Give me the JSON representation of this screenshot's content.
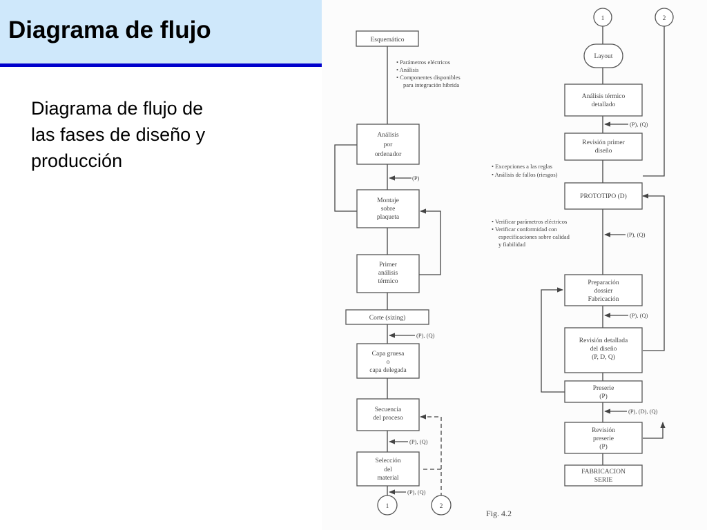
{
  "slide": {
    "title": "Diagrama de flujo",
    "body_lines": [
      "Diagrama de flujo de",
      "las fases de diseño y",
      "producción"
    ]
  },
  "figure": {
    "caption": "Fig. 4.2",
    "left": {
      "esquematico": "Esquemático",
      "bullets1": [
        "•  Parámetros eléctricos",
        "•  Análisis",
        "•  Componentes disponibles",
        "para integración híbrida"
      ],
      "analisis": [
        "Análisis",
        "por",
        "ordenador"
      ],
      "p1": "(P)",
      "montaje": [
        "Montaje",
        "sobre",
        "plaqueta"
      ],
      "primer": [
        "Primer",
        "análisis",
        "térmico"
      ],
      "corte": "Corte (sizing)",
      "pq1": "(P), (Q)",
      "capa": [
        "Capa gruesa",
        "o",
        "capa delegada"
      ],
      "secuencia": [
        "Secuencia",
        "del proceso"
      ],
      "pq2": "(P), (Q)",
      "seleccion": [
        "Selección",
        "del",
        "material"
      ],
      "pq3": "(P), (Q)",
      "conn1": "1",
      "conn2": "2"
    },
    "right": {
      "conn1": "1",
      "conn2": "2",
      "layout": "Layout",
      "analisis_termico": [
        "Análisis térmico",
        "detallado"
      ],
      "pq1": "(P), (Q)",
      "revision_primer": [
        "Revisión primer",
        "diseño"
      ],
      "bullets2": [
        "•  Excepciones a las reglas",
        "•  Análisis de fallos (riesgos)"
      ],
      "prototipo": "PROTOTIPO (D)",
      "bullets3": [
        "•  Verificar parámetros eléctricos",
        "•  Verificar conformidad con",
        "especificaciones sobre calidad",
        "y fiabilidad"
      ],
      "pq2": "(P), (Q)",
      "preparacion": [
        "Preparación",
        "dossier",
        "Fabricación"
      ],
      "pq3": "(P), (Q)",
      "revision_detallada": [
        "Revisión detallada",
        "del diseño",
        "(P, D, Q)"
      ],
      "preserie": [
        "Preserie",
        "(P)"
      ],
      "pdq": "(P), (D), (Q)",
      "revision_preserie": [
        "Revisión",
        "preserie",
        "(P)"
      ],
      "fabricacion": [
        "FABRICACION",
        "SERIE"
      ]
    }
  }
}
